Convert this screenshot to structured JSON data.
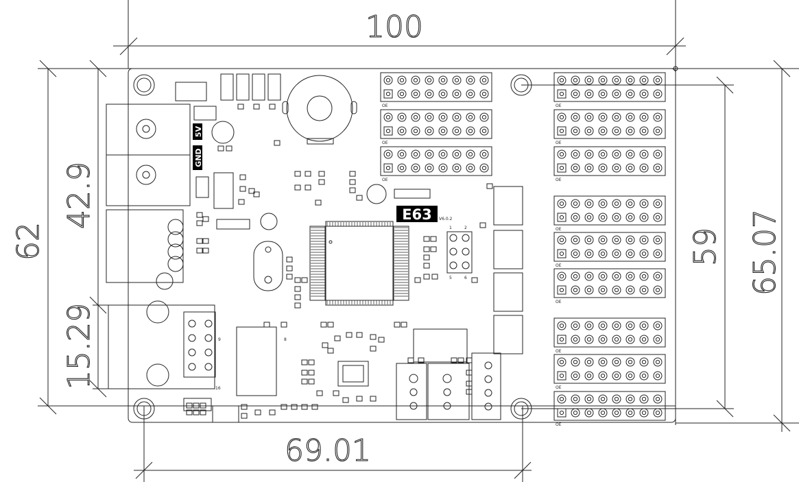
{
  "drawing": {
    "dimensions": {
      "top_width": "100",
      "bottom_width": "69.01",
      "left_outer_height": "62",
      "left_inner_height": "42.9",
      "left_lower_height": "15.29",
      "right_inner_height": "59",
      "right_outer_height": "65.07"
    },
    "silkscreen": {
      "model": "E63",
      "version": "V6.0.2",
      "power_5v": "5V",
      "power_gnd": "GND",
      "oe": "OE",
      "pin_1": "1",
      "pin_2": "2",
      "pin_5": "5",
      "pin_6": "6",
      "pin_9": "9",
      "pin_16": "16",
      "pin_8": "8"
    },
    "colors": {
      "line": "#222222",
      "label_background": "#000000",
      "label_text": "#ffffff"
    }
  }
}
